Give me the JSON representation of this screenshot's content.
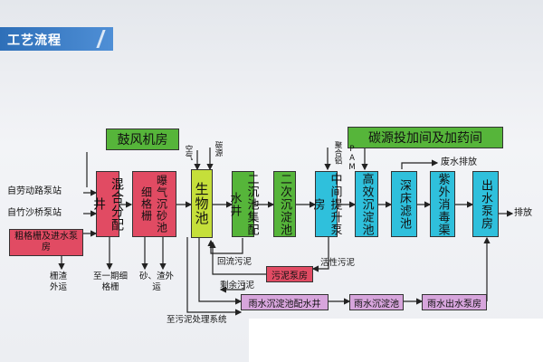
{
  "header": {
    "title": "工艺流程"
  },
  "sources": [
    "自劳动路泵站",
    "自竹沙桥泵站"
  ],
  "boxes": {
    "coarse_screen": "粗格栅及进水泵房",
    "mixing_well": "混合分配井",
    "fine_screen": "细格栅",
    "aerated_grit": "曝气沉砂池",
    "bio_tank": "生物池",
    "secondary_dist_well": "二沉池集配水井",
    "secondary_clarifier": "二次沉淀池",
    "intermediate_pump": "中间提升泵房",
    "high_eff_settler": "高效沉淀池",
    "deep_bed_filter": "深床滤池",
    "uv_disinfection": "紫外消毒渠",
    "outlet_pump": "出水泵房",
    "blower_room": "鼓风机房",
    "dosing_room": "碳源投加间及加药间",
    "sludge_pump": "污泥泵房",
    "rain_dist_well": "雨水沉淀池配水井",
    "rain_settler": "雨水沉淀池",
    "rain_pump": "雨水出水泵房"
  },
  "labels": {
    "air": "空气",
    "carbon_source": "碳源",
    "coagulant": "聚合铝",
    "pam": "PAM",
    "wastewater_discharge": "废水排放",
    "discharge": "排放",
    "return_sludge": "回流污泥",
    "activated_sludge": "活性污泥",
    "excess_sludge": "剩余污泥",
    "to_sludge_system": "至污泥处理系统",
    "screenings_out": "栅渣外运",
    "to_phase1": "至一期细格栅",
    "sand_out": "砂、渣外运"
  },
  "colors": {
    "red": "#e14b63",
    "yellow": "#c5df3a",
    "green": "#56b53a",
    "cyan": "#2fc0dc",
    "pink": "#d7a5dc",
    "title_bar": "#2e6fb8"
  }
}
